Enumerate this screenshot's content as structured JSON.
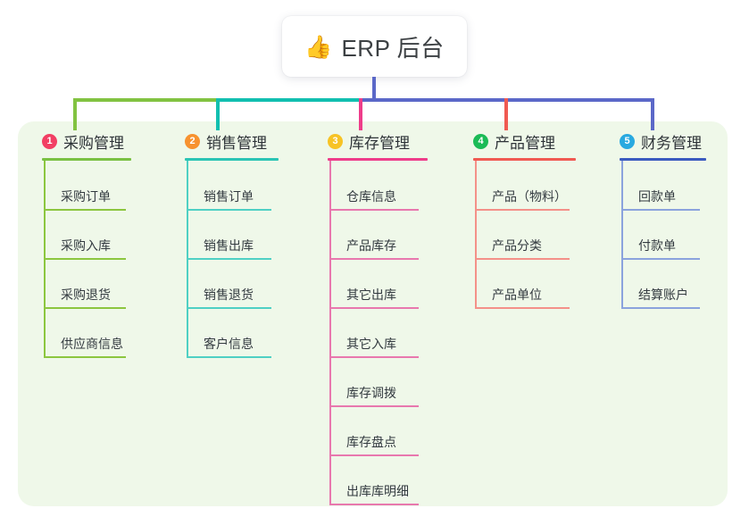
{
  "root": {
    "icon": "thumbs-up-icon",
    "emoji": "👍",
    "title": "ERP 后台"
  },
  "palette": {
    "panel_bg": "#eff8e9",
    "page_bg": "#ffffff",
    "trunk": "#5b68c8",
    "bus_left": "#82c341",
    "bus_mid": "#12bfb0",
    "bus_right": "#5b68c8"
  },
  "columns": [
    {
      "number": "1",
      "title": "采购管理",
      "badge_color": "#f23f63",
      "rule_color": "#7ac143",
      "line_color": "#8cc63f",
      "drop_color": "#82c341",
      "items": [
        {
          "label": "采购订单"
        },
        {
          "label": "采购入库"
        },
        {
          "label": "采购退货"
        },
        {
          "label": "供应商信息"
        }
      ]
    },
    {
      "number": "2",
      "title": "销售管理",
      "badge_color": "#f7922f",
      "rule_color": "#2bc4b4",
      "line_color": "#4fd0c4",
      "drop_color": "#12bfb0",
      "items": [
        {
          "label": "销售订单"
        },
        {
          "label": "销售出库"
        },
        {
          "label": "销售退货"
        },
        {
          "label": "客户信息"
        }
      ]
    },
    {
      "number": "3",
      "title": "库存管理",
      "badge_color": "#f7c325",
      "rule_color": "#ee3d8a",
      "line_color": "#e878ae",
      "drop_color": "#ee3d8a",
      "items": [
        {
          "label": "仓库信息"
        },
        {
          "label": "产品库存"
        },
        {
          "label": "其它出库"
        },
        {
          "label": "其它入库"
        },
        {
          "label": "库存调拨"
        },
        {
          "label": "库存盘点"
        },
        {
          "label": "出库库明细"
        }
      ]
    },
    {
      "number": "4",
      "title": "产品管理",
      "badge_color": "#1bbb56",
      "rule_color": "#f05a52",
      "line_color": "#f49189",
      "drop_color": "#f05a52",
      "items": [
        {
          "label": "产品（物料）"
        },
        {
          "label": "产品分类"
        },
        {
          "label": "产品单位"
        }
      ]
    },
    {
      "number": "5",
      "title": "财务管理",
      "badge_color": "#28a9e0",
      "rule_color": "#3b5bbf",
      "line_color": "#8ba3dd",
      "drop_color": "#5b68c8",
      "items": [
        {
          "label": "回款单"
        },
        {
          "label": "付款单"
        },
        {
          "label": "结算账户"
        }
      ]
    }
  ]
}
